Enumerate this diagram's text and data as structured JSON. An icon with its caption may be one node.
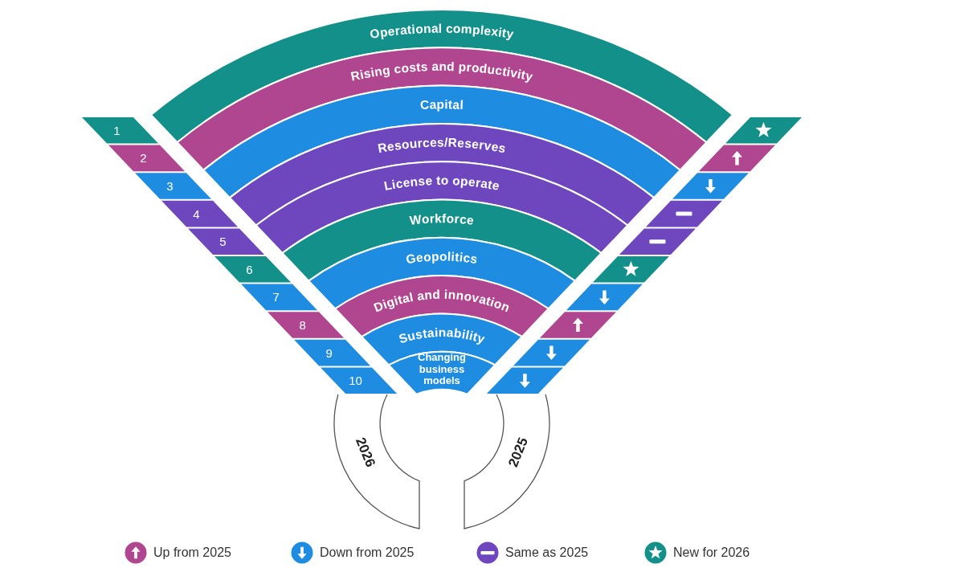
{
  "diagram": {
    "nodes": [
      {
        "text": [
          "Operational complexity"
        ]
      },
      {
        "text": [
          "Rising costs and productivity"
        ]
      },
      {
        "text": [
          "Capital"
        ]
      },
      {
        "text": [
          "Resources/Reserves"
        ]
      },
      {
        "text": [
          "License to operate"
        ]
      },
      {
        "text": [
          "Workforce"
        ]
      },
      {
        "text": [
          "Geopolitics"
        ]
      },
      {
        "text": [
          "Digital and innovation"
        ]
      },
      {
        "text": [
          "Sustainability"
        ]
      },
      {
        "text": [
          "Changing business models"
        ]
      },
      {
        "text": [
          "1"
        ]
      },
      {
        "text": [
          "2"
        ]
      },
      {
        "text": [
          "3"
        ]
      },
      {
        "text": [
          "4"
        ]
      },
      {
        "text": [
          "5"
        ]
      },
      {
        "text": [
          "6"
        ]
      },
      {
        "text": [
          "7"
        ]
      },
      {
        "text": [
          "8"
        ]
      },
      {
        "text": [
          "9"
        ]
      },
      {
        "text": [
          "10"
        ]
      },
      {
        "text": [],
        "shape": "bar"
      },
      {
        "text": [],
        "shape": "bar"
      },
      {
        "text": [],
        "shape": "bar"
      },
      {
        "text": [],
        "shape": "bar"
      },
      {
        "text": [],
        "shape": "bar"
      },
      {
        "text": [],
        "shape": "bar"
      },
      {
        "text": [],
        "shape": "bar"
      },
      {
        "text": [],
        "shape": "bar"
      },
      {
        "text": [],
        "shape": "bar"
      },
      {
        "text": [],
        "shape": "bar"
      },
      {
        "text": [
          "2026"
        ]
      },
      {
        "text": [
          "2025"
        ]
      }
    ],
    "legend": [
      {
        "text": "Up from 2025",
        "color": "#b0468f"
      },
      {
        "text": "Down from 2025",
        "color": "#1e8ce0"
      },
      {
        "text": "Same as 2025",
        "color": "#6e47be"
      },
      {
        "text": "New for 2026",
        "color": "#14908a"
      }
    ]
  }
}
